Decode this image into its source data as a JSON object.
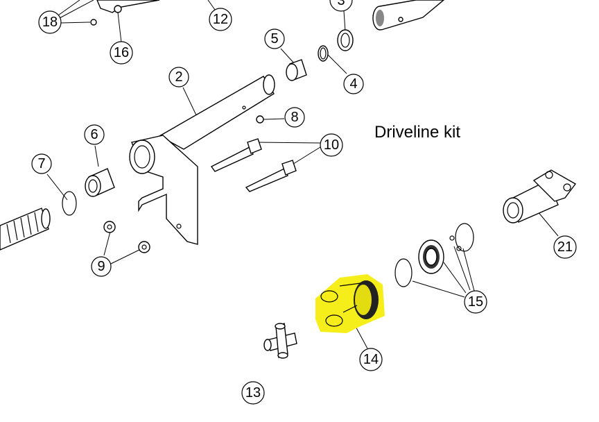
{
  "title": "Driveline kit",
  "highlight_color": "#f5ee1a",
  "callouts": {
    "c18": "18",
    "c12": "12",
    "c16": "16",
    "c3": "3",
    "c5": "5",
    "c4": "4",
    "c2": "2",
    "c8": "8",
    "c10": "10",
    "c6": "6",
    "c7": "7",
    "c9": "9",
    "c21": "21",
    "c15": "15",
    "c14": "14",
    "c13": "13"
  },
  "highlighted_part": "14"
}
